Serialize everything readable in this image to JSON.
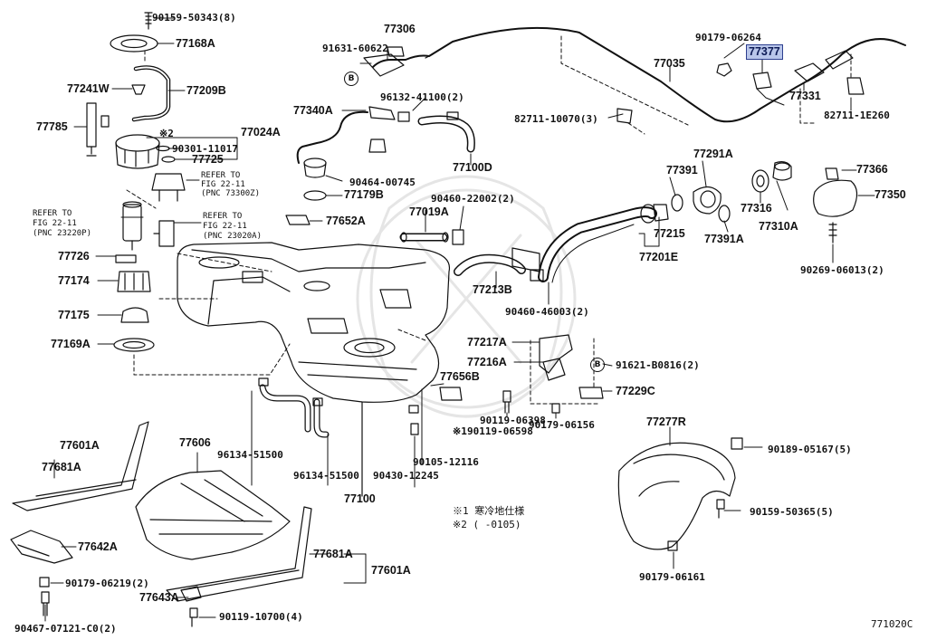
{
  "diagram_code": "771020C",
  "circle_marker": "B",
  "notes": {
    "note1": "※1 寒冷地仕様",
    "note2": "※2 (   -0105)",
    "mark2": "※2",
    "mark1": "※1"
  },
  "refer_blocks": {
    "a_line1": "REFER TO",
    "a_line2": "FIG 22-11",
    "a_line3": "(PNC 73300Z)",
    "b_line1": "REFER TO",
    "b_line2": "FIG 22-11",
    "b_line3": "(PNC 23220P)",
    "c_line1": "REFER TO",
    "c_line2": "FIG 22-11",
    "c_line3": "(PNC 23020A)"
  },
  "parts": {
    "p90159_50343": "90159-50343(8)",
    "p77168A": "77168A",
    "p77241W": "77241W",
    "p77209B": "77209B",
    "p77785": "77785",
    "p77024A": "77024A",
    "p90301_11017": "90301-11017",
    "p77725": "77725",
    "p77726": "77726",
    "p77174": "77174",
    "p77175": "77175",
    "p77169A": "77169A",
    "p77306": "77306",
    "p91631_60622": "91631-60622",
    "p96132_41100": "96132-41100(2)",
    "p77340A": "77340A",
    "p90464_00745": "90464-00745",
    "p77179B": "77179B",
    "p77652A": "77652A",
    "p77100D": "77100D",
    "p82711_10070": "82711-10070(3)",
    "p77035": "77035",
    "p90179_06264": "90179-06264",
    "p77377": "77377",
    "p77331": "77331",
    "p82711_1E260": "82711-1E260",
    "p77291A": "77291A",
    "p77391": "77391",
    "p77366": "77366",
    "p77350": "77350",
    "p77316": "77316",
    "p77310A": "77310A",
    "p77391A": "77391A",
    "p90269_06013": "90269-06013(2)",
    "p90460_22002": "90460-22002(2)",
    "p77019A": "77019A",
    "p77215": "77215",
    "p77201E": "77201E",
    "p77213B": "77213B",
    "p90460_46003": "90460-46003(2)",
    "p77217A": "77217A",
    "p77216A": "77216A",
    "p91621_B0816": "91621-B0816(2)",
    "p77656B": "77656B",
    "p77229C": "77229C",
    "p90119_06398": "90119-06398",
    "p90119_06598": "90119-06598",
    "p90179_06156": "90179-06156",
    "p90105_12116": "90105-12116",
    "p90430_12245": "90430-12245",
    "p96134_51500a": "96134-51500",
    "p96134_51500b": "96134-51500",
    "p77100": "77100",
    "p77601A_a": "77601A",
    "p77681A_a": "77681A",
    "p77606": "77606",
    "p77642A": "77642A",
    "p90179_06219": "90179-06219(2)",
    "p77643A": "77643A",
    "p90467_07121": "90467-07121-C0(2)",
    "p90119_10700": "90119-10700(4)",
    "p77681A_b": "77681A",
    "p77601A_b": "77601A",
    "p77277R": "77277R",
    "p90189_05167": "90189-05167(5)",
    "p90159_50365": "90159-50365(5)",
    "p90179_06161": "90179-06161"
  }
}
